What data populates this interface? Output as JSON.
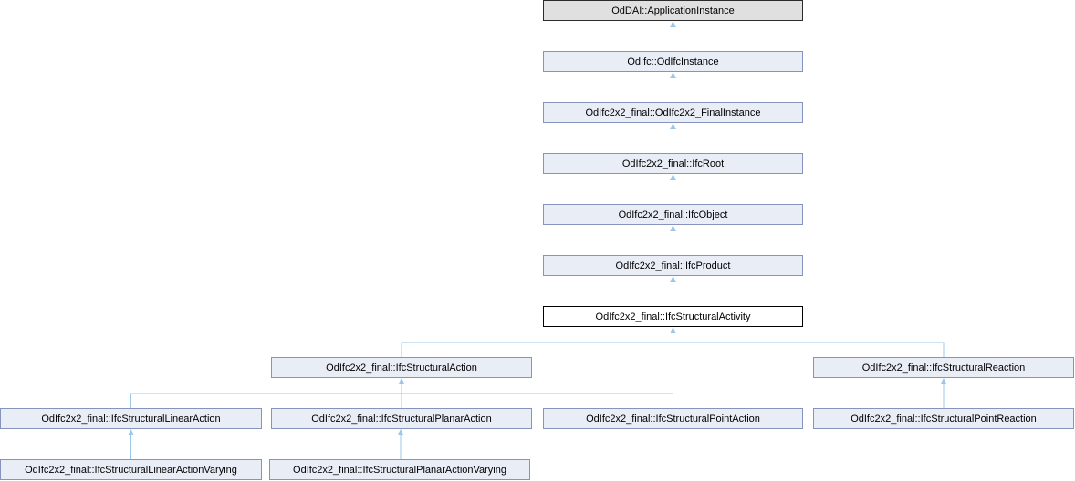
{
  "diagram": {
    "kind": "class-inheritance-graph",
    "nodes": [
      {
        "label": "OdDAI::ApplicationInstance",
        "style": "external"
      },
      {
        "label": "OdIfc::OdIfcInstance",
        "style": "linked"
      },
      {
        "label": "OdIfc2x2_final::OdIfc2x2_FinalInstance",
        "style": "linked"
      },
      {
        "label": "OdIfc2x2_final::IfcRoot",
        "style": "linked"
      },
      {
        "label": "OdIfc2x2_final::IfcObject",
        "style": "linked"
      },
      {
        "label": "OdIfc2x2_final::IfcProduct",
        "style": "linked"
      },
      {
        "label": "OdIfc2x2_final::IfcStructuralActivity",
        "style": "current"
      },
      {
        "label": "OdIfc2x2_final::IfcStructuralAction",
        "style": "linked"
      },
      {
        "label": "OdIfc2x2_final::IfcStructuralReaction",
        "style": "linked"
      },
      {
        "label": "OdIfc2x2_final::IfcStructuralLinearAction",
        "style": "linked"
      },
      {
        "label": "OdIfc2x2_final::IfcStructuralPlanarAction",
        "style": "linked"
      },
      {
        "label": "OdIfc2x2_final::IfcStructuralPointAction",
        "style": "linked"
      },
      {
        "label": "OdIfc2x2_final::IfcStructuralPointReaction",
        "style": "linked"
      },
      {
        "label": "OdIfc2x2_final::IfcStructuralLinearActionVarying",
        "style": "linked"
      },
      {
        "label": "OdIfc2x2_final::IfcStructuralPlanarActionVarying",
        "style": "linked"
      }
    ],
    "edges": [
      {
        "derived": "OdIfc::OdIfcInstance",
        "base": "OdDAI::ApplicationInstance"
      },
      {
        "derived": "OdIfc2x2_final::OdIfc2x2_FinalInstance",
        "base": "OdIfc::OdIfcInstance"
      },
      {
        "derived": "OdIfc2x2_final::IfcRoot",
        "base": "OdIfc2x2_final::OdIfc2x2_FinalInstance"
      },
      {
        "derived": "OdIfc2x2_final::IfcObject",
        "base": "OdIfc2x2_final::IfcRoot"
      },
      {
        "derived": "OdIfc2x2_final::IfcProduct",
        "base": "OdIfc2x2_final::IfcObject"
      },
      {
        "derived": "OdIfc2x2_final::IfcStructuralActivity",
        "base": "OdIfc2x2_final::IfcProduct"
      },
      {
        "derived": "OdIfc2x2_final::IfcStructuralAction",
        "base": "OdIfc2x2_final::IfcStructuralActivity"
      },
      {
        "derived": "OdIfc2x2_final::IfcStructuralReaction",
        "base": "OdIfc2x2_final::IfcStructuralActivity"
      },
      {
        "derived": "OdIfc2x2_final::IfcStructuralLinearAction",
        "base": "OdIfc2x2_final::IfcStructuralAction"
      },
      {
        "derived": "OdIfc2x2_final::IfcStructuralPlanarAction",
        "base": "OdIfc2x2_final::IfcStructuralAction"
      },
      {
        "derived": "OdIfc2x2_final::IfcStructuralPointAction",
        "base": "OdIfc2x2_final::IfcStructuralAction"
      },
      {
        "derived": "OdIfc2x2_final::IfcStructuralPointReaction",
        "base": "OdIfc2x2_final::IfcStructuralReaction"
      },
      {
        "derived": "OdIfc2x2_final::IfcStructuralLinearActionVarying",
        "base": "OdIfc2x2_final::IfcStructuralLinearAction"
      },
      {
        "derived": "OdIfc2x2_final::IfcStructuralPlanarActionVarying",
        "base": "OdIfc2x2_final::IfcStructuralPlanarAction"
      }
    ],
    "colors": {
      "background": "#ffffff",
      "node_fill": "#e9edf6",
      "node_border": "#8593bd",
      "external_fill": "#e0e0e0",
      "external_border": "#2b2b2b",
      "current_fill": "#ffffff",
      "current_border": "#000000",
      "edge": "#9cc7e8",
      "text": "#000000"
    }
  }
}
